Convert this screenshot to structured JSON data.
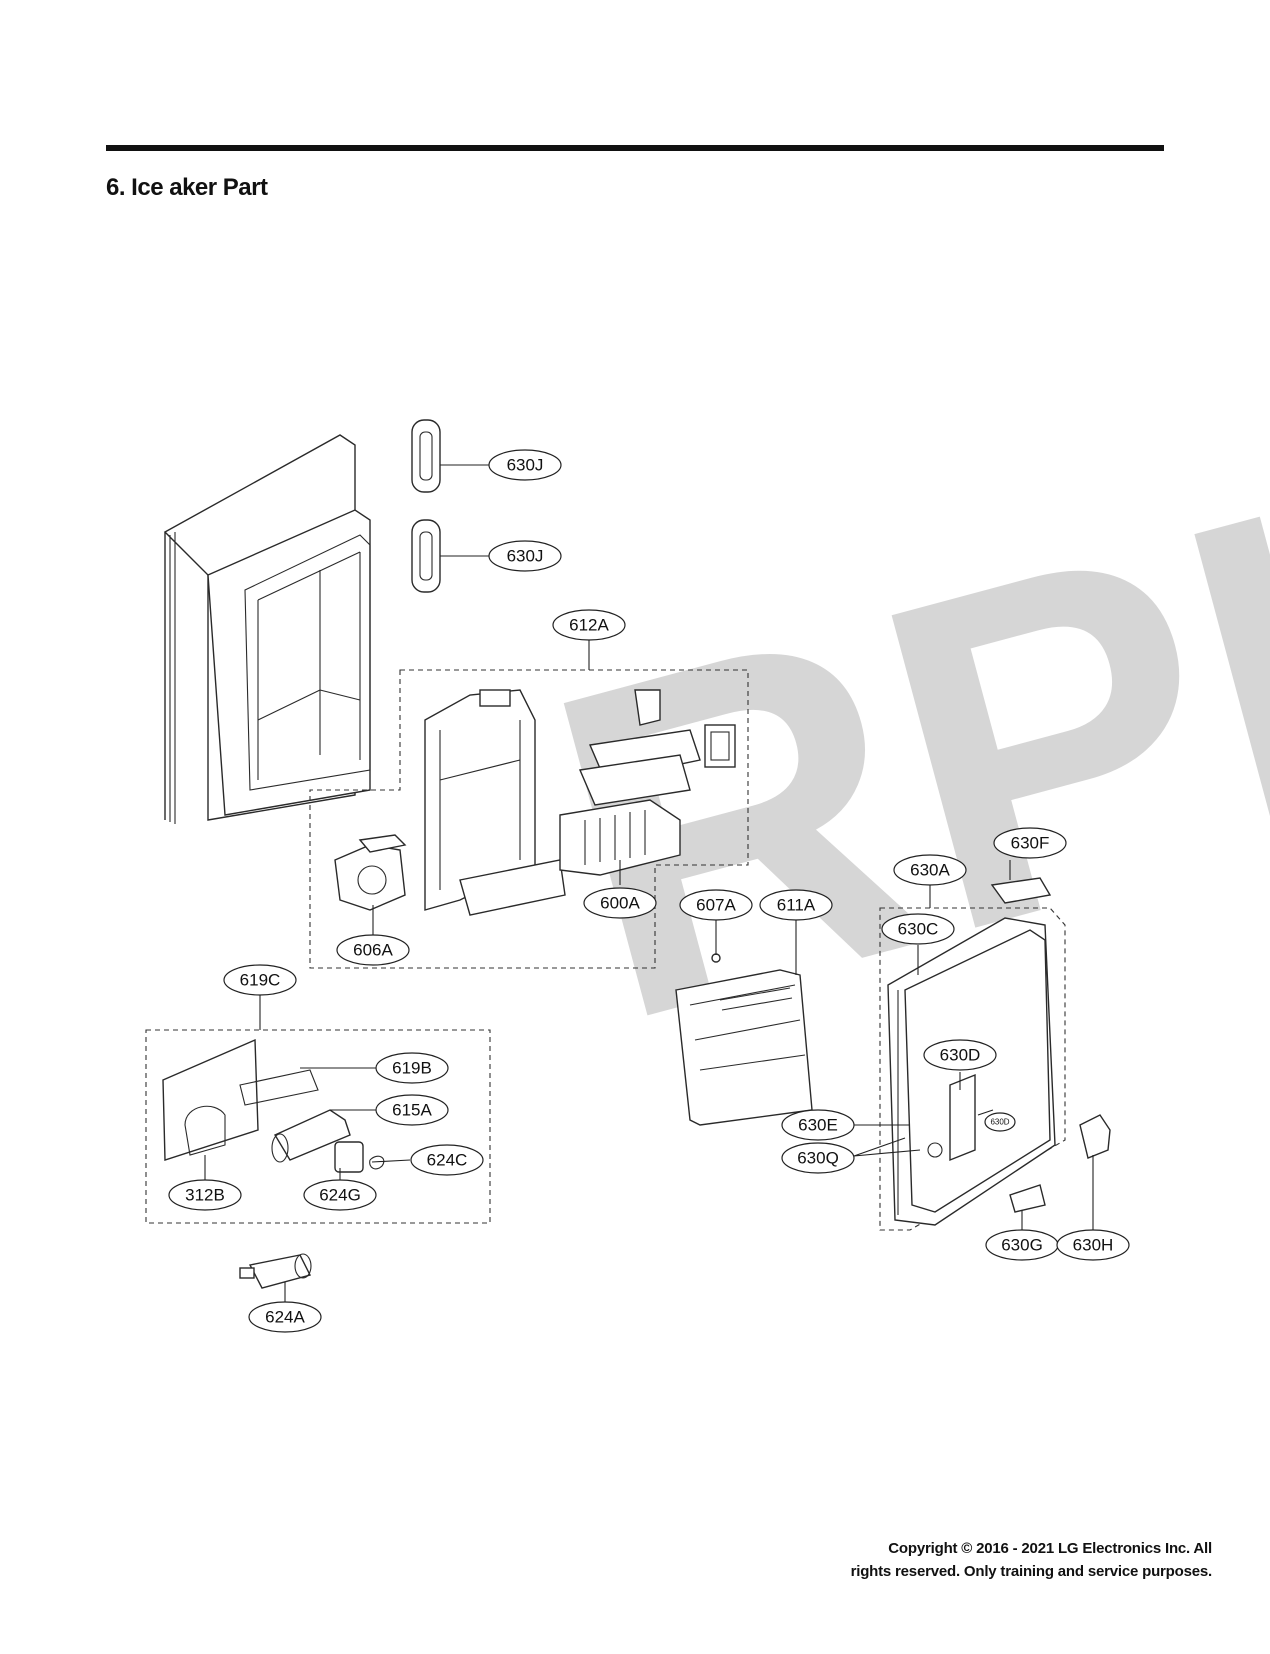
{
  "header": {
    "title": "6. Ice aker Part"
  },
  "watermark": {
    "text": "RPI"
  },
  "footer": {
    "line1": "Copyright © 2016 - 2021 LG Electronics Inc. All",
    "line2": "rights reserved. Only training and service purposes."
  },
  "callouts": [
    "630J",
    "630J",
    "612A",
    "600A",
    "606A",
    "607A",
    "611A",
    "630A",
    "630F",
    "630C",
    "630D",
    "630E",
    "630Q",
    "630D",
    "630G",
    "630H",
    "619C",
    "619B",
    "615A",
    "624C",
    "312B",
    "624G",
    "624A"
  ]
}
